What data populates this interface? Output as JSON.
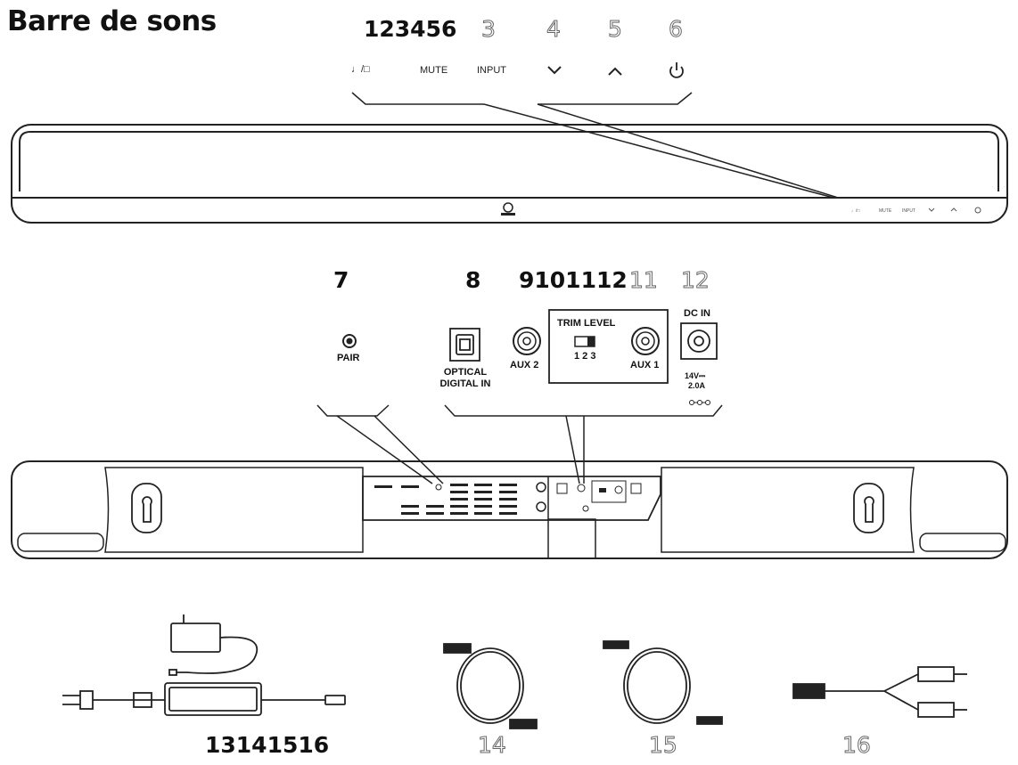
{
  "title": "Barre de sons",
  "top_callouts": {
    "group_label": "123456",
    "items": [
      "3",
      "4",
      "5",
      "6"
    ]
  },
  "buttons": {
    "source": "♩/□",
    "mute": "MUTE",
    "input": "INPUT"
  },
  "rear_callouts": {
    "seven": "7",
    "eight": "8",
    "group_label": "9101112",
    "eleven": "11",
    "twelve": "12"
  },
  "rear_panel": {
    "pair": "PAIR",
    "optical_line1": "OPTICAL",
    "optical_line2": "DIGITAL IN",
    "aux2": "AUX 2",
    "trim_level": "TRIM LEVEL",
    "trim_positions": "1 2 3",
    "aux1": "AUX 1",
    "dc_in": "DC IN",
    "dc_spec_1": "14V⎓",
    "dc_spec_2": "2.0A"
  },
  "accessories": {
    "group_label": "13141516",
    "items": [
      "14",
      "15",
      "16"
    ]
  }
}
